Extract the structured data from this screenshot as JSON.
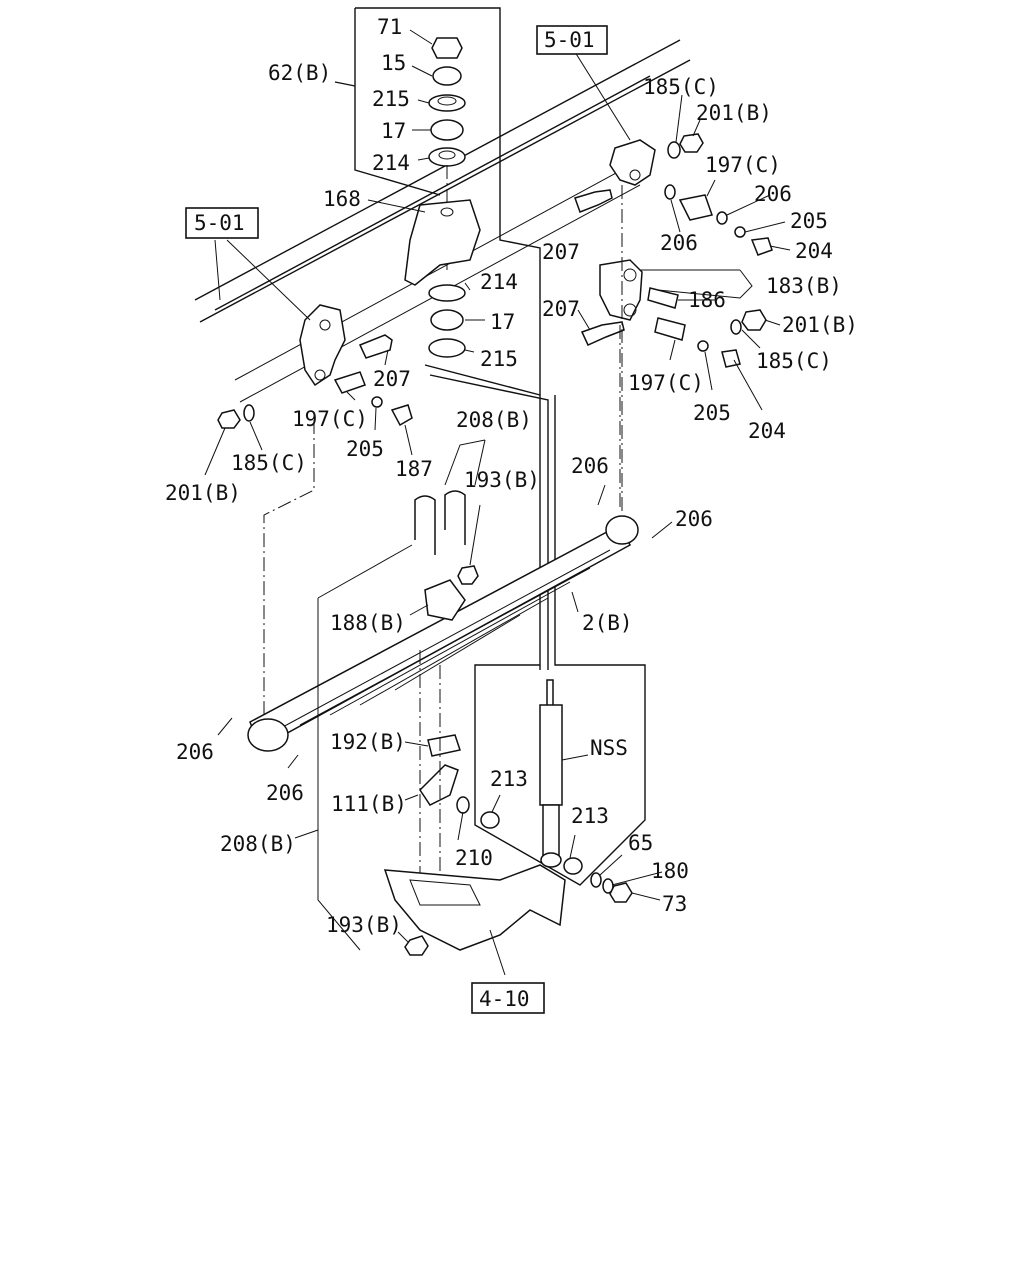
{
  "diagram": {
    "section_refs": {
      "top_center": "5-01",
      "left": "5-01",
      "bottom": "4-10"
    },
    "callouts": [
      {
        "id": "c71",
        "text": "71"
      },
      {
        "id": "c15",
        "text": "15"
      },
      {
        "id": "c215a",
        "text": "215"
      },
      {
        "id": "c17a",
        "text": "17"
      },
      {
        "id": "c214a",
        "text": "214"
      },
      {
        "id": "c62b",
        "text": "62(B)"
      },
      {
        "id": "c168",
        "text": "168"
      },
      {
        "id": "c214b",
        "text": "214"
      },
      {
        "id": "c17b",
        "text": "17"
      },
      {
        "id": "c215b",
        "text": "215"
      },
      {
        "id": "c185c1",
        "text": "185(C)"
      },
      {
        "id": "c201b1",
        "text": "201(B)"
      },
      {
        "id": "c197c1",
        "text": "197(C)"
      },
      {
        "id": "c206a",
        "text": "206"
      },
      {
        "id": "c205a",
        "text": "205"
      },
      {
        "id": "c204a",
        "text": "204"
      },
      {
        "id": "c207a",
        "text": "207"
      },
      {
        "id": "c206b",
        "text": "206"
      },
      {
        "id": "c183b",
        "text": "183(B)"
      },
      {
        "id": "c186",
        "text": "186"
      },
      {
        "id": "c207b",
        "text": "207"
      },
      {
        "id": "c201b2",
        "text": "201(B)"
      },
      {
        "id": "c185c2",
        "text": "185(C)"
      },
      {
        "id": "c197c2",
        "text": "197(C)"
      },
      {
        "id": "c205b",
        "text": "205"
      },
      {
        "id": "c204b",
        "text": "204"
      },
      {
        "id": "c207c",
        "text": "207"
      },
      {
        "id": "c197c3",
        "text": "197(C)"
      },
      {
        "id": "c205c",
        "text": "205"
      },
      {
        "id": "c187",
        "text": "187"
      },
      {
        "id": "c185c3",
        "text": "185(C)"
      },
      {
        "id": "c201b3",
        "text": "201(B)"
      },
      {
        "id": "c208b1",
        "text": "208(B)"
      },
      {
        "id": "c193b1",
        "text": "193(B)"
      },
      {
        "id": "c206c",
        "text": "206"
      },
      {
        "id": "c206d",
        "text": "206"
      },
      {
        "id": "c188b",
        "text": "188(B)"
      },
      {
        "id": "c2b",
        "text": "2(B)"
      },
      {
        "id": "c206e",
        "text": "206"
      },
      {
        "id": "c206f",
        "text": "206"
      },
      {
        "id": "c192b",
        "text": "192(B)"
      },
      {
        "id": "cnss",
        "text": "NSS"
      },
      {
        "id": "c213a",
        "text": "213"
      },
      {
        "id": "c213b",
        "text": "213"
      },
      {
        "id": "c111b",
        "text": "111(B)"
      },
      {
        "id": "c210",
        "text": "210"
      },
      {
        "id": "c208b2",
        "text": "208(B)"
      },
      {
        "id": "c65",
        "text": "65"
      },
      {
        "id": "c180",
        "text": "180"
      },
      {
        "id": "c73",
        "text": "73"
      },
      {
        "id": "c193b2",
        "text": "193(B)"
      }
    ]
  }
}
